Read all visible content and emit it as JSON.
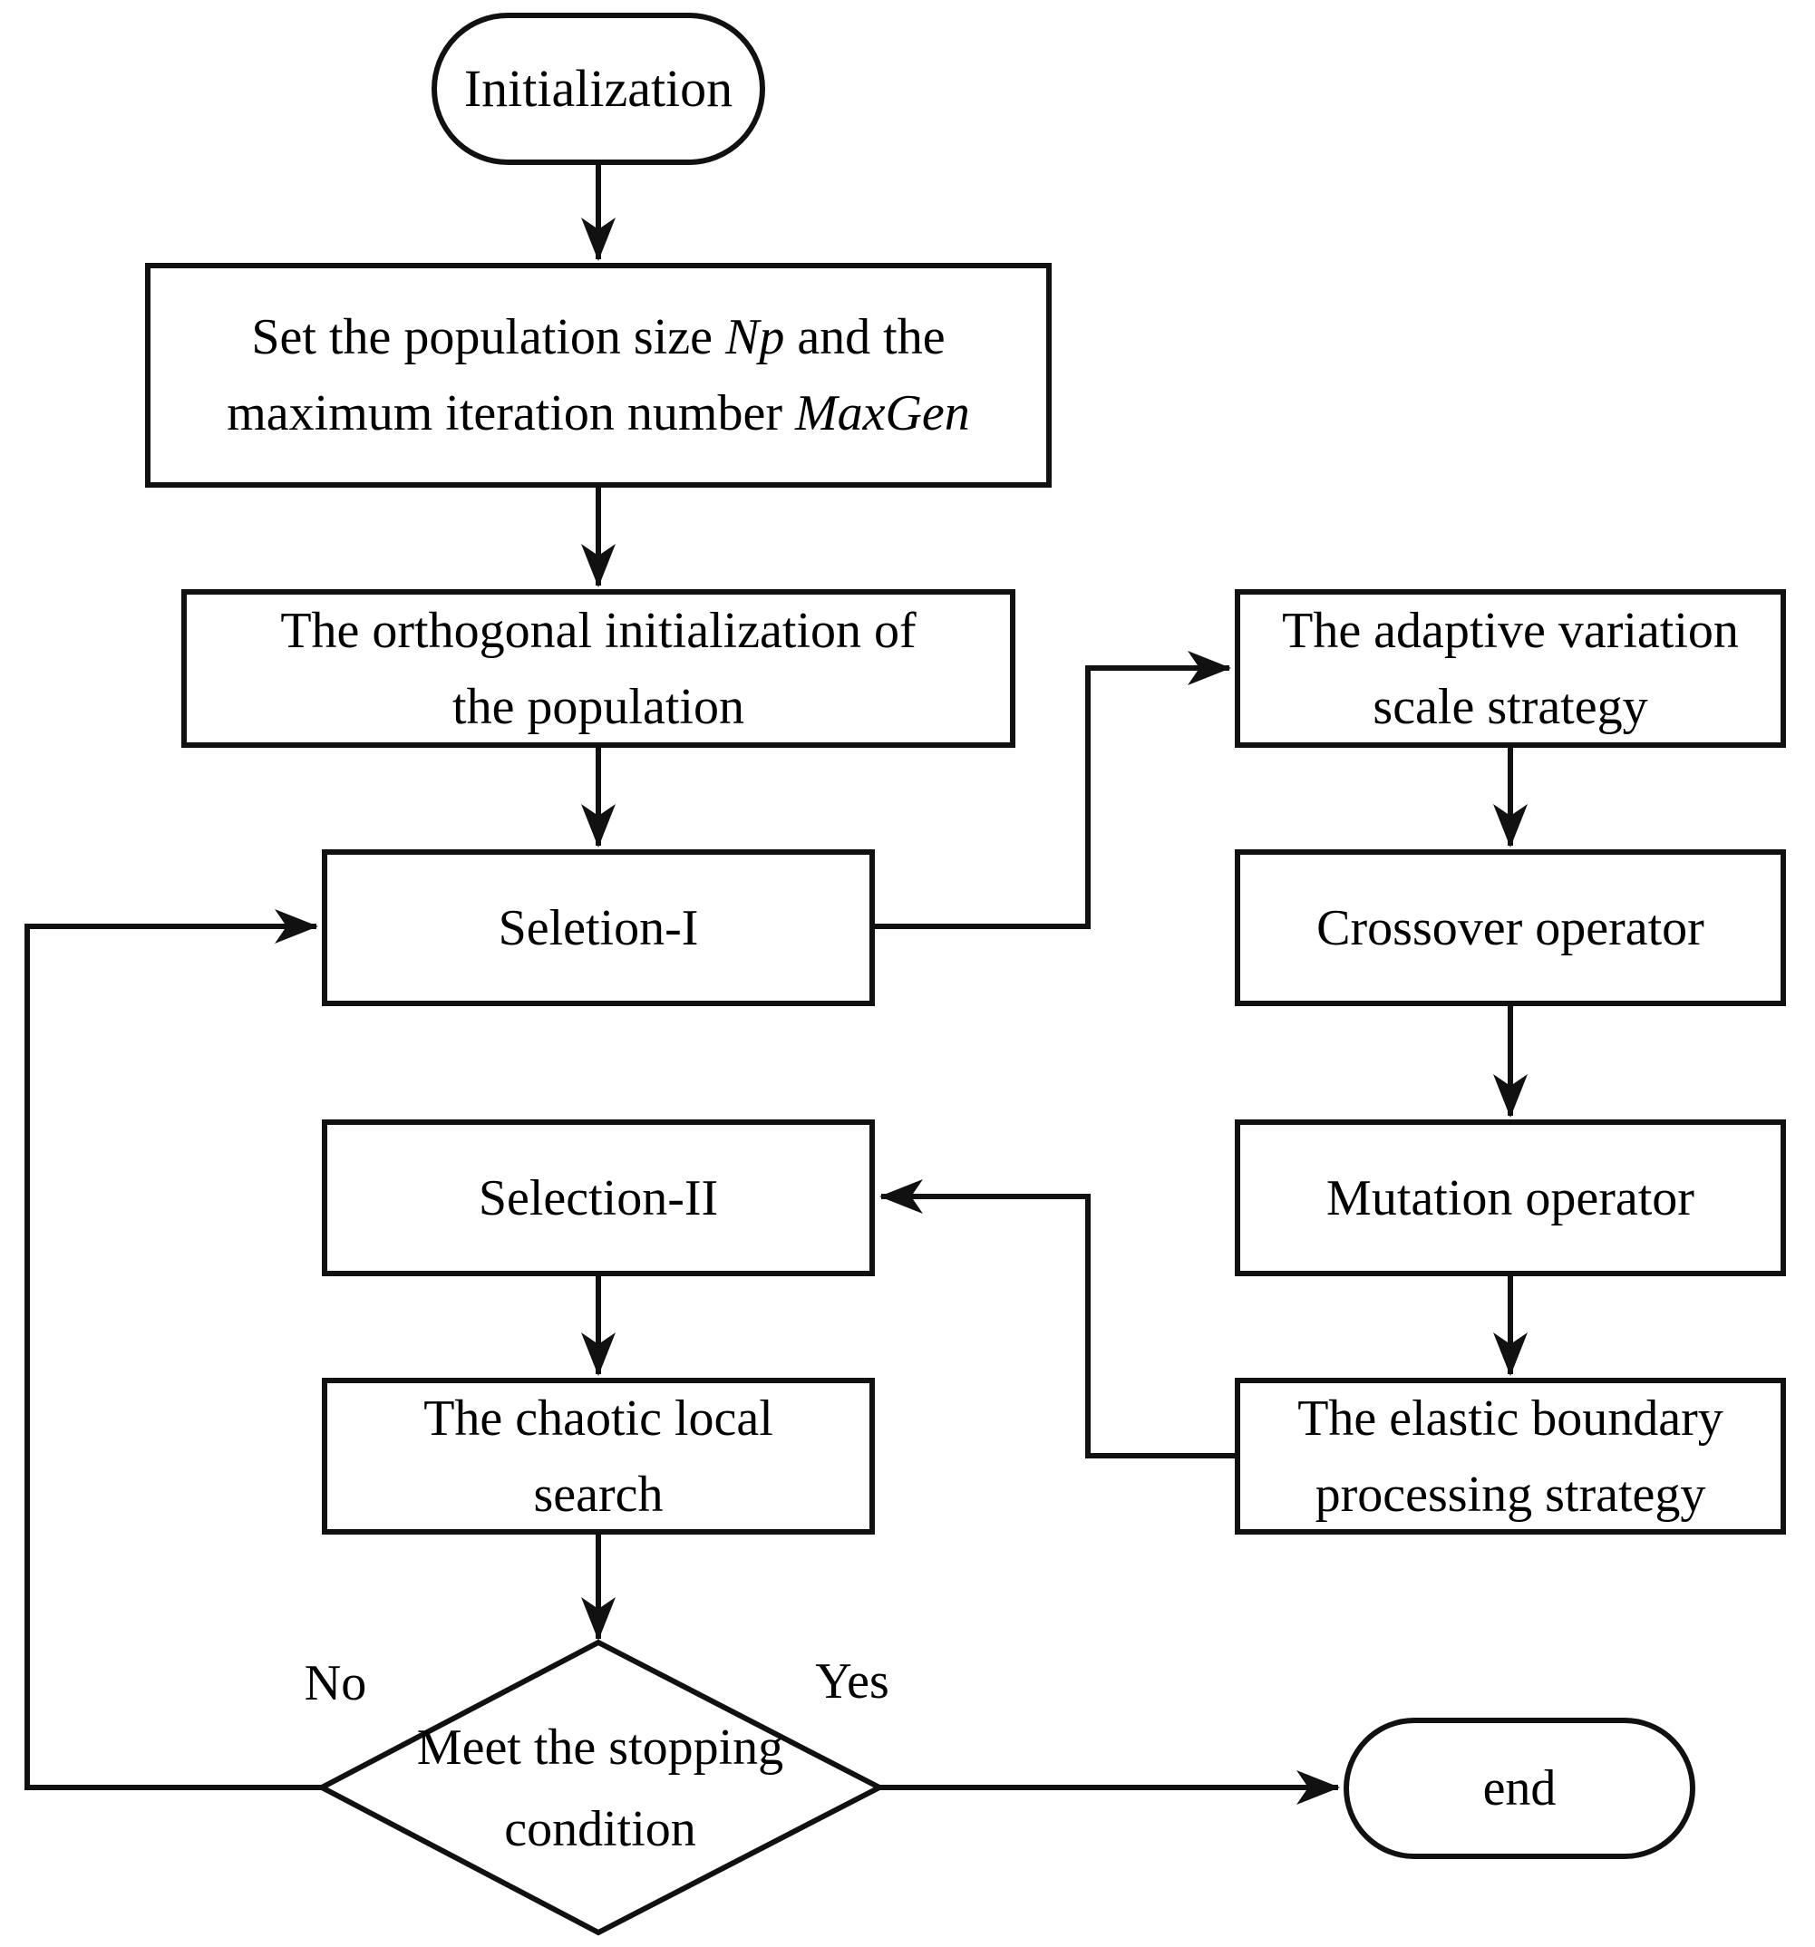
{
  "flowchart": {
    "nodes": {
      "start": {
        "shape": "stadium",
        "label": "Initialization"
      },
      "set_params": {
        "shape": "rect",
        "line1_pre": "Set the population size ",
        "line1_em": "Np",
        "line1_post": " and the",
        "line2_pre": "maximum iteration number ",
        "line2_em": "MaxGen"
      },
      "orthogonal_init": {
        "shape": "rect",
        "line1": "The orthogonal initialization of",
        "line2": "the population"
      },
      "selection1": {
        "shape": "rect",
        "label": "Seletion-I"
      },
      "adaptive_variation": {
        "shape": "rect",
        "line1": "The adaptive variation",
        "line2": "scale strategy"
      },
      "crossover": {
        "shape": "rect",
        "label": "Crossover operator"
      },
      "mutation": {
        "shape": "rect",
        "label": "Mutation operator"
      },
      "elastic_boundary": {
        "shape": "rect",
        "line1": "The elastic boundary",
        "line2": "processing strategy"
      },
      "selection2": {
        "shape": "rect",
        "label": "Selection-II"
      },
      "chaotic_search": {
        "shape": "rect",
        "line1": "The chaotic local",
        "line2": "search"
      },
      "decision": {
        "shape": "diamond",
        "line1": "Meet the stopping",
        "line2": "condition"
      },
      "end": {
        "shape": "stadium",
        "label": "end"
      }
    },
    "edge_labels": {
      "no": "No",
      "yes": "Yes"
    },
    "colors": {
      "stroke": "#111111",
      "node_fill": "#ffffff",
      "background": "#ffffff",
      "text": "#000000"
    }
  }
}
